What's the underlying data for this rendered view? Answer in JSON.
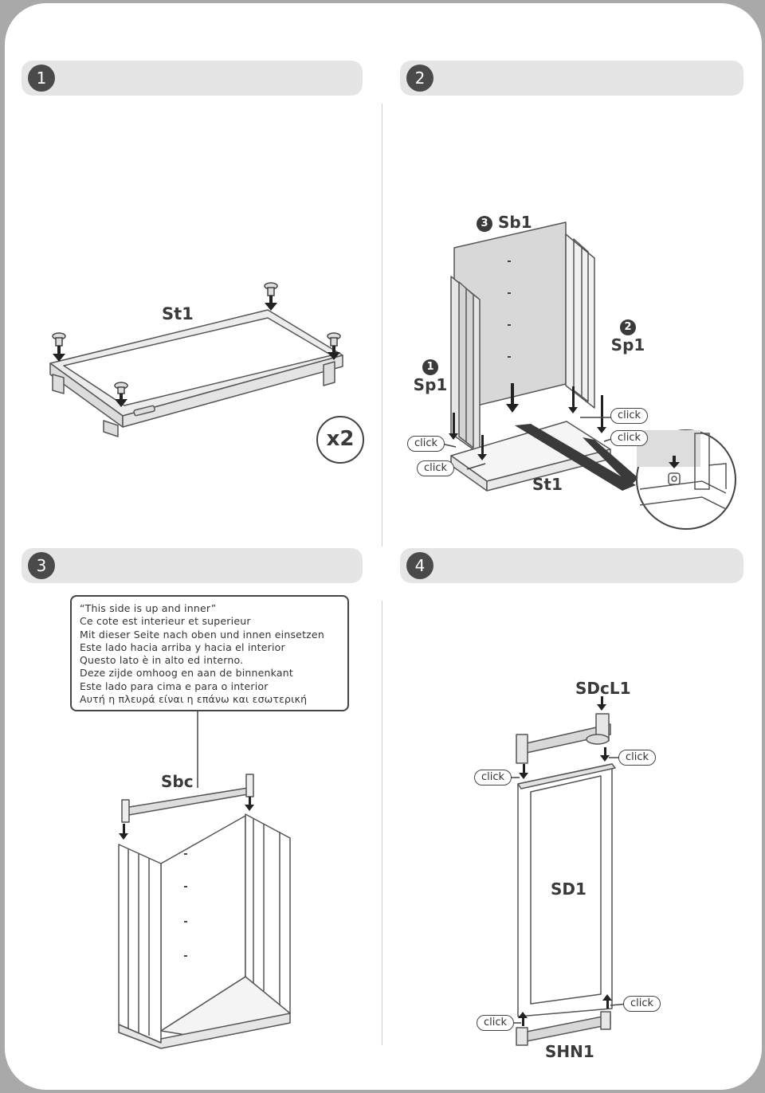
{
  "steps": [
    {
      "number": "1"
    },
    {
      "number": "2"
    },
    {
      "number": "3"
    },
    {
      "number": "4"
    }
  ],
  "step1": {
    "part_label": "St1",
    "quantity": "x2"
  },
  "step2": {
    "label_sb1_num": "3",
    "label_sb1": "Sb1",
    "label_sp1_right_num": "2",
    "label_sp1_right": "Sp1",
    "label_sp1_left_num": "1",
    "label_sp1_left": "Sp1",
    "label_st1": "St1",
    "clicks": [
      "click",
      "click",
      "click",
      "click"
    ]
  },
  "step3": {
    "notice_lines": [
      "“This side is up and inner”",
      "Ce cote est interieur et superieur",
      "Mit dieser Seite nach oben und innen einsetzen",
      "Este lado hacia arriba y hacia el interior",
      "Questo lato è in alto ed interno.",
      "Deze zijde omhoog en aan de binnenkant",
      "Este lado para cima e para o interior",
      "Αυτή η πλευρά είναι η επάνω και εσωτερική"
    ],
    "part_label": "Sbc"
  },
  "step4": {
    "label_top": "SDcL1",
    "label_door": "SD1",
    "label_bottom": "SHN1",
    "clicks": [
      "click",
      "click",
      "click",
      "click"
    ]
  }
}
